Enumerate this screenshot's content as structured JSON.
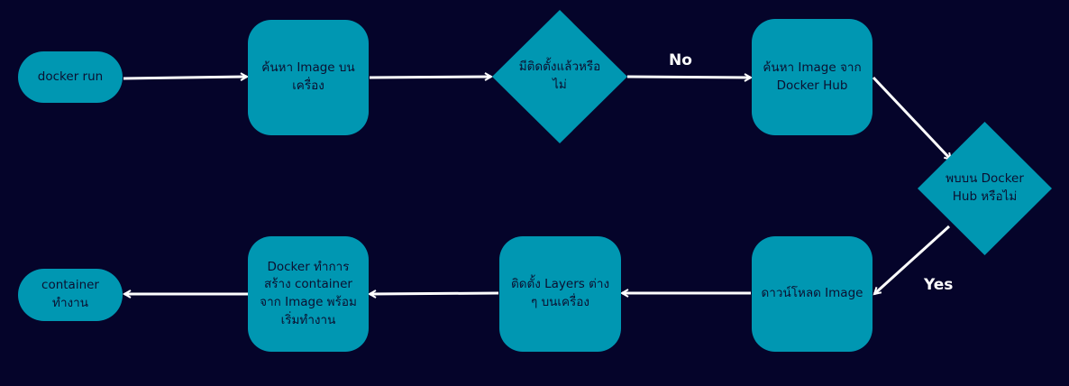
{
  "colors": {
    "background": "#05042a",
    "node_fill": "#0097b2",
    "node_text": "#0b1030",
    "edge": "#ffffff"
  },
  "nodes": {
    "start": "docker run",
    "search_local": "ค้นหา Image บนเครื่อง",
    "installed_question": "มีติดตั้งแล้วหรือไม่",
    "search_hub": "ค้นหา Image จาก Docker Hub",
    "found_question": "พบบน Docker Hub หรือไม่",
    "download": "ดาวน์โหลด Image",
    "install_layers": "ติดตั้ง Layers ต่าง ๆ บนเครื่อง",
    "create_container": "Docker ทำการสร้าง container จาก Image พร้อมเริ่มทำงาน",
    "end": "container ทำงาน"
  },
  "edge_labels": {
    "no": "No",
    "yes": "Yes"
  }
}
